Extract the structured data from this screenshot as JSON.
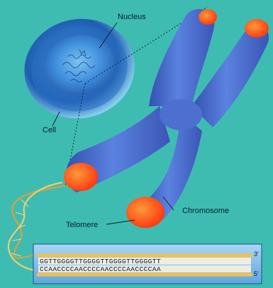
{
  "labels": {
    "nucleus": "Nucleus",
    "cell": "Cell",
    "chromosome": "Chromosome",
    "telomere": "Telomere"
  },
  "dna": {
    "top_strand": "GGTTGGGGTTGGGGTTGGGGTTGGGGTT",
    "bottom_strand": "CCAACCCCAACCCCAACCCCAACCCCAA",
    "top_end": "3'",
    "bottom_end": "5'"
  },
  "colors": {
    "background": "#3fbcb2",
    "chromosome": "#4a6fd0",
    "telomere": "#ff6a1a",
    "dna_backbone": "#e7b94a",
    "sequence_box": "#78b8e6"
  }
}
